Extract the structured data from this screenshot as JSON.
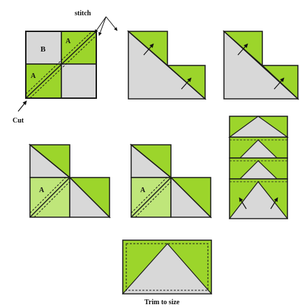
{
  "labels": {
    "stitch": "stitch",
    "cut": "Cut",
    "trim": "Trim to size",
    "square_b": "B",
    "square_a_top": "A",
    "square_a_bottom": "A",
    "square_a_step4": "A",
    "square_a_step5": "A"
  },
  "colors": {
    "green": "#9cd52b",
    "light_green": "#bfe67a",
    "gray": "#d8d8d8",
    "outline": "#1a1a1a"
  }
}
